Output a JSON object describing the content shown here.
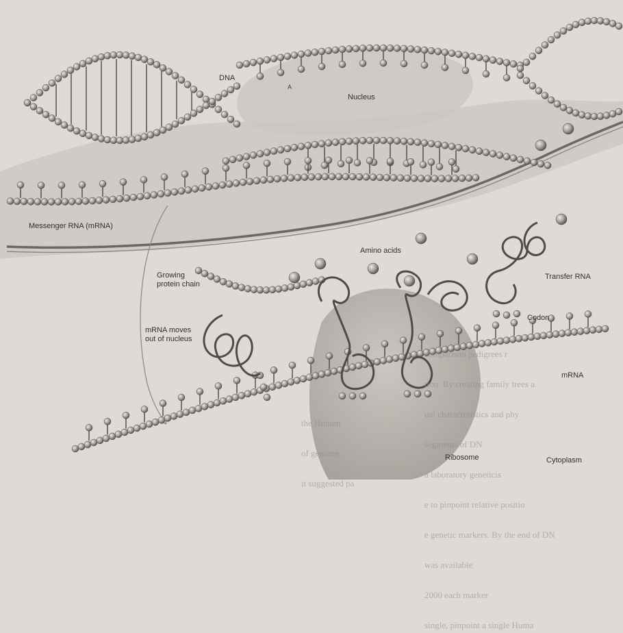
{
  "labels": {
    "dna": "DNA",
    "nucleus": "Nucleus",
    "messenger_rna": "Messenger RNA (mRNA)",
    "amino_acids": "Amino acids",
    "growing_protein_chain": "Growing\nprotein chain",
    "transfer_rna": "Transfer RNA",
    "codon": "Codon",
    "mrna_moves": "mRNA moves\nout of nucleus",
    "mrna": "mRNA",
    "ribosome": "Ribosome",
    "cytoplasm": "Cytoplasm"
  },
  "page_bleed": {
    "lines": [
      "comparison pedigrees r",
      "tion. By creating family trees a",
      "ual characteristics and phy",
      "segments of DN",
      "a laboratory geneticis",
      "e to pinpoint relative positio",
      "e genetic markers. By the end of DN",
      "was available",
      "2000 each marker",
      "single, pinpoint a single Huma",
      "the Human",
      "of genome",
      "it suggested pa"
    ]
  },
  "colors": {
    "background": "#dedbd7",
    "nucleus_fill": "#cfcbc6",
    "bead": "#9c9893",
    "bead_dark": "#55524f",
    "ribosome": "#a9a59f"
  }
}
